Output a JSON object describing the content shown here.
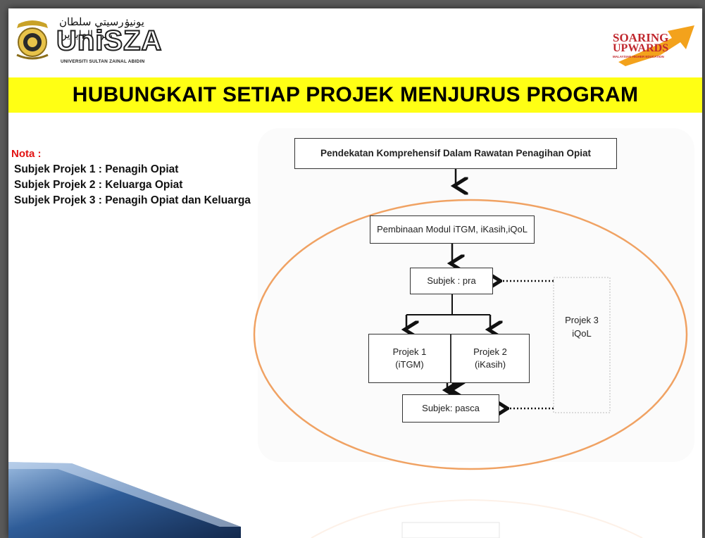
{
  "header": {
    "left_logo": {
      "arabic_text": "يونيۏرسيتي سلطان زين العابدين",
      "wordmark": "UniSZA",
      "subtitle": "UNIVERSITI SULTAN ZAINAL ABIDIN",
      "icon": "crest-icon"
    },
    "right_logo": {
      "line1": "SOARING",
      "line2": "UPWARDS",
      "line3": "MALAYSIAN HIGHER EDUCATION",
      "icon": "upward-arrow-icon"
    }
  },
  "title": "HUBUNGKAIT SETIAP PROJEK MENJURUS PROGRAM",
  "notes": {
    "label": "Nota :",
    "lines": [
      "Subjek Projek 1 : Penagih Opiat",
      "Subjek Projek 2 : Keluarga Opiat",
      "Subjek Projek 3 : Penagih Opiat dan Keluarga"
    ]
  },
  "diagram": {
    "top_box": "Pendekatan Komprehensif Dalam Rawatan Penagihan Opiat",
    "modul_box": "Pembinaan Modul iTGM, iKasih,iQoL",
    "pra_box": "Subjek : pra",
    "projek1": {
      "line1": "Projek 1",
      "line2": "(iTGM)"
    },
    "projek2": {
      "line1": "Projek 2",
      "line2": "(iKasih)"
    },
    "pasca_box": "Subjek: pasca",
    "projek3": {
      "line1": "Projek 3",
      "line2": "iQoL"
    }
  },
  "colors": {
    "banner": "#ffff14",
    "ellipse": "#f0a263",
    "nota_label": "#e21212",
    "chevron": "#1f3f73"
  }
}
